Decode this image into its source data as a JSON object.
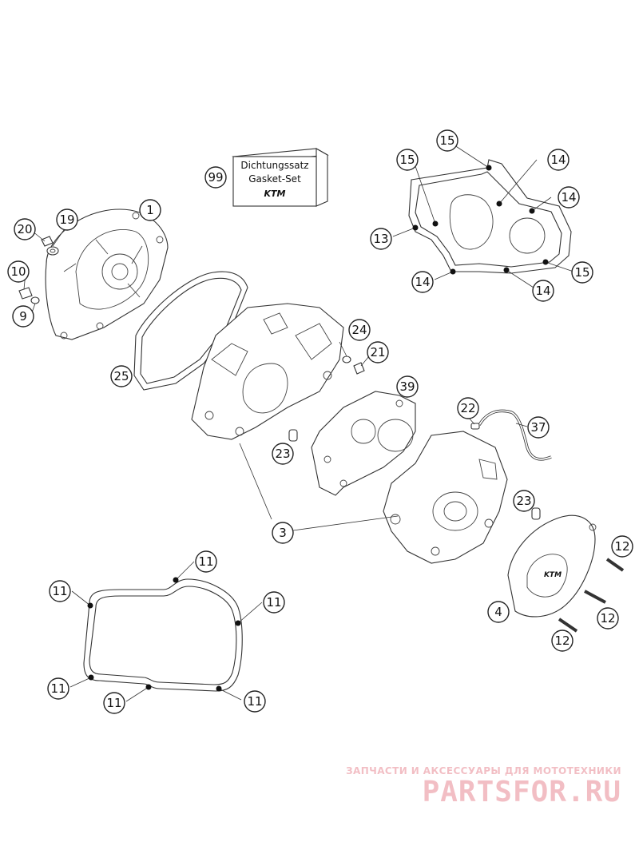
{
  "gasket_box": {
    "line1": "Dichtungssatz",
    "line2": "Gasket-Set",
    "brand": "KTM"
  },
  "callouts": {
    "c99": "99",
    "c1": "1",
    "c20": "20",
    "c19": "19",
    "c10": "10",
    "c9": "9",
    "c25": "25",
    "c24": "24",
    "c21": "21",
    "c39": "39",
    "c22": "22",
    "c37": "37",
    "c23a": "23",
    "c23b": "23",
    "c3": "3",
    "c15a": "15",
    "c15b": "15",
    "c15c": "15",
    "c14a": "14",
    "c14b": "14",
    "c14c": "14",
    "c14d": "14",
    "c13": "13",
    "c11a": "11",
    "c11b": "11",
    "c11c": "11",
    "c11d": "11",
    "c11e": "11",
    "c11f": "11",
    "c12a": "12",
    "c12b": "12",
    "c12c": "12",
    "c4": "4"
  },
  "watermark": {
    "tagline": "ЗАПЧАСТИ И АКСЕССУАРЫ ДЛЯ МОТОТЕХНИКИ",
    "brand": "PARTSFOR.RU"
  },
  "colors": {
    "watermark": "#d11b2f",
    "line": "#333333"
  }
}
